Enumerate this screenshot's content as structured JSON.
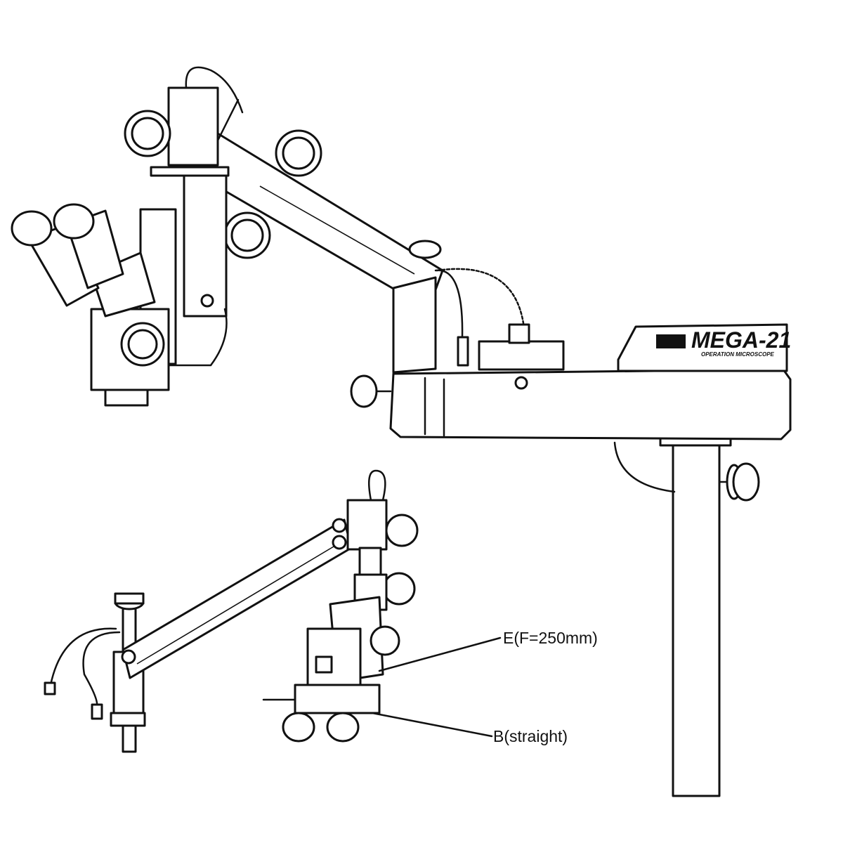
{
  "brand": {
    "name": "MEGA-21",
    "subtitle": "OPERATION MICROSCOPE"
  },
  "callouts": [
    {
      "label": "E(F=250mm)"
    },
    {
      "label": "B(straight)"
    }
  ]
}
